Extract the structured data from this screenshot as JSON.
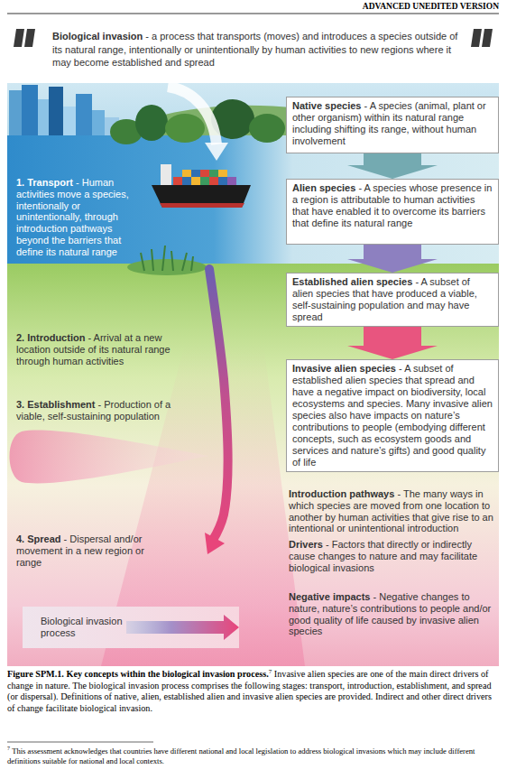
{
  "diagram": {
    "caption": "Figure SPM.1. Key concepts within the biological invasion process.",
    "nodes": [
      {
        "text": [
          "Biological invasion",
          "- a process that transports (moves) and introduces a species outside of its natural range, intentionally or unintentionally by human activities to new regions where it may become established and spread"
        ]
      },
      {
        "text": [
          "Native species",
          "- A species (animal, plant or other organism) within its natural range including shifting its range, without human involvement"
        ]
      },
      {
        "text": [
          "Alien species",
          "- A species whose presence in a region is attributable to human activities that have enabled it to overcome its barriers that define its natural range"
        ]
      },
      {
        "text": [
          "Established alien species",
          "- A subset of alien species that have produced a viable, self-sustaining population and may have spread"
        ]
      },
      {
        "text": [
          "Invasive alien species",
          "- A subset of established alien species that spread and have a negative impact on biodiversity, local ecosystems and species. Many invasive alien species also have impacts on nature’s contributions to people (embodying different concepts, such as ecosystem goods and services and nature’s gifts) and good quality of life"
        ]
      },
      {
        "text": [
          "Biological invasion process"
        ]
      }
    ],
    "edges": [
      {
        "from": 1,
        "to": 2,
        "arrow": "to"
      },
      {
        "from": 2,
        "to": 3,
        "arrow": "to"
      },
      {
        "from": 3,
        "to": 4,
        "arrow": "to"
      }
    ],
    "labels": [
      "ADVANCED UNEDITED VERSION",
      "1. Transport",
      "- Human activities move a species, intentionally or unintentionally, through introduction pathways beyond the barriers that define its natural range",
      "2. Introduction",
      "- Arrival at a new location outside of its natural range through human activities",
      "3. Establishment",
      "- Production of a viable, self-sustaining population",
      "4. Spread",
      "- Dispersal and/or movement in a new region or range",
      "Introduction pathways",
      "- The many ways in which species are moved from one location to another by human activities that give rise to an intentional or unintentional introduction",
      "Drivers",
      "- Factors that directly or indirectly cause changes to nature and may facilitate biological invasions",
      "Negative impacts",
      "- Negative changes to nature, nature’s contributions to people and/or good quality of life caused by invasive alien species",
      "7",
      "Invasive alien species are one of the main direct drivers of change in nature. The biological invasion process comprises the following stages: transport, introduction, establishment, and spread (or dispersal). Definitions of native, alien, established alien and invasive alien species are provided. Indirect and other direct drivers of change facilitate biological invasion.",
      "7",
      "This assessment acknowledges that countries have different national and local legislation to address biological invasions which may include different definitions suitable for national and local contexts."
    ]
  }
}
